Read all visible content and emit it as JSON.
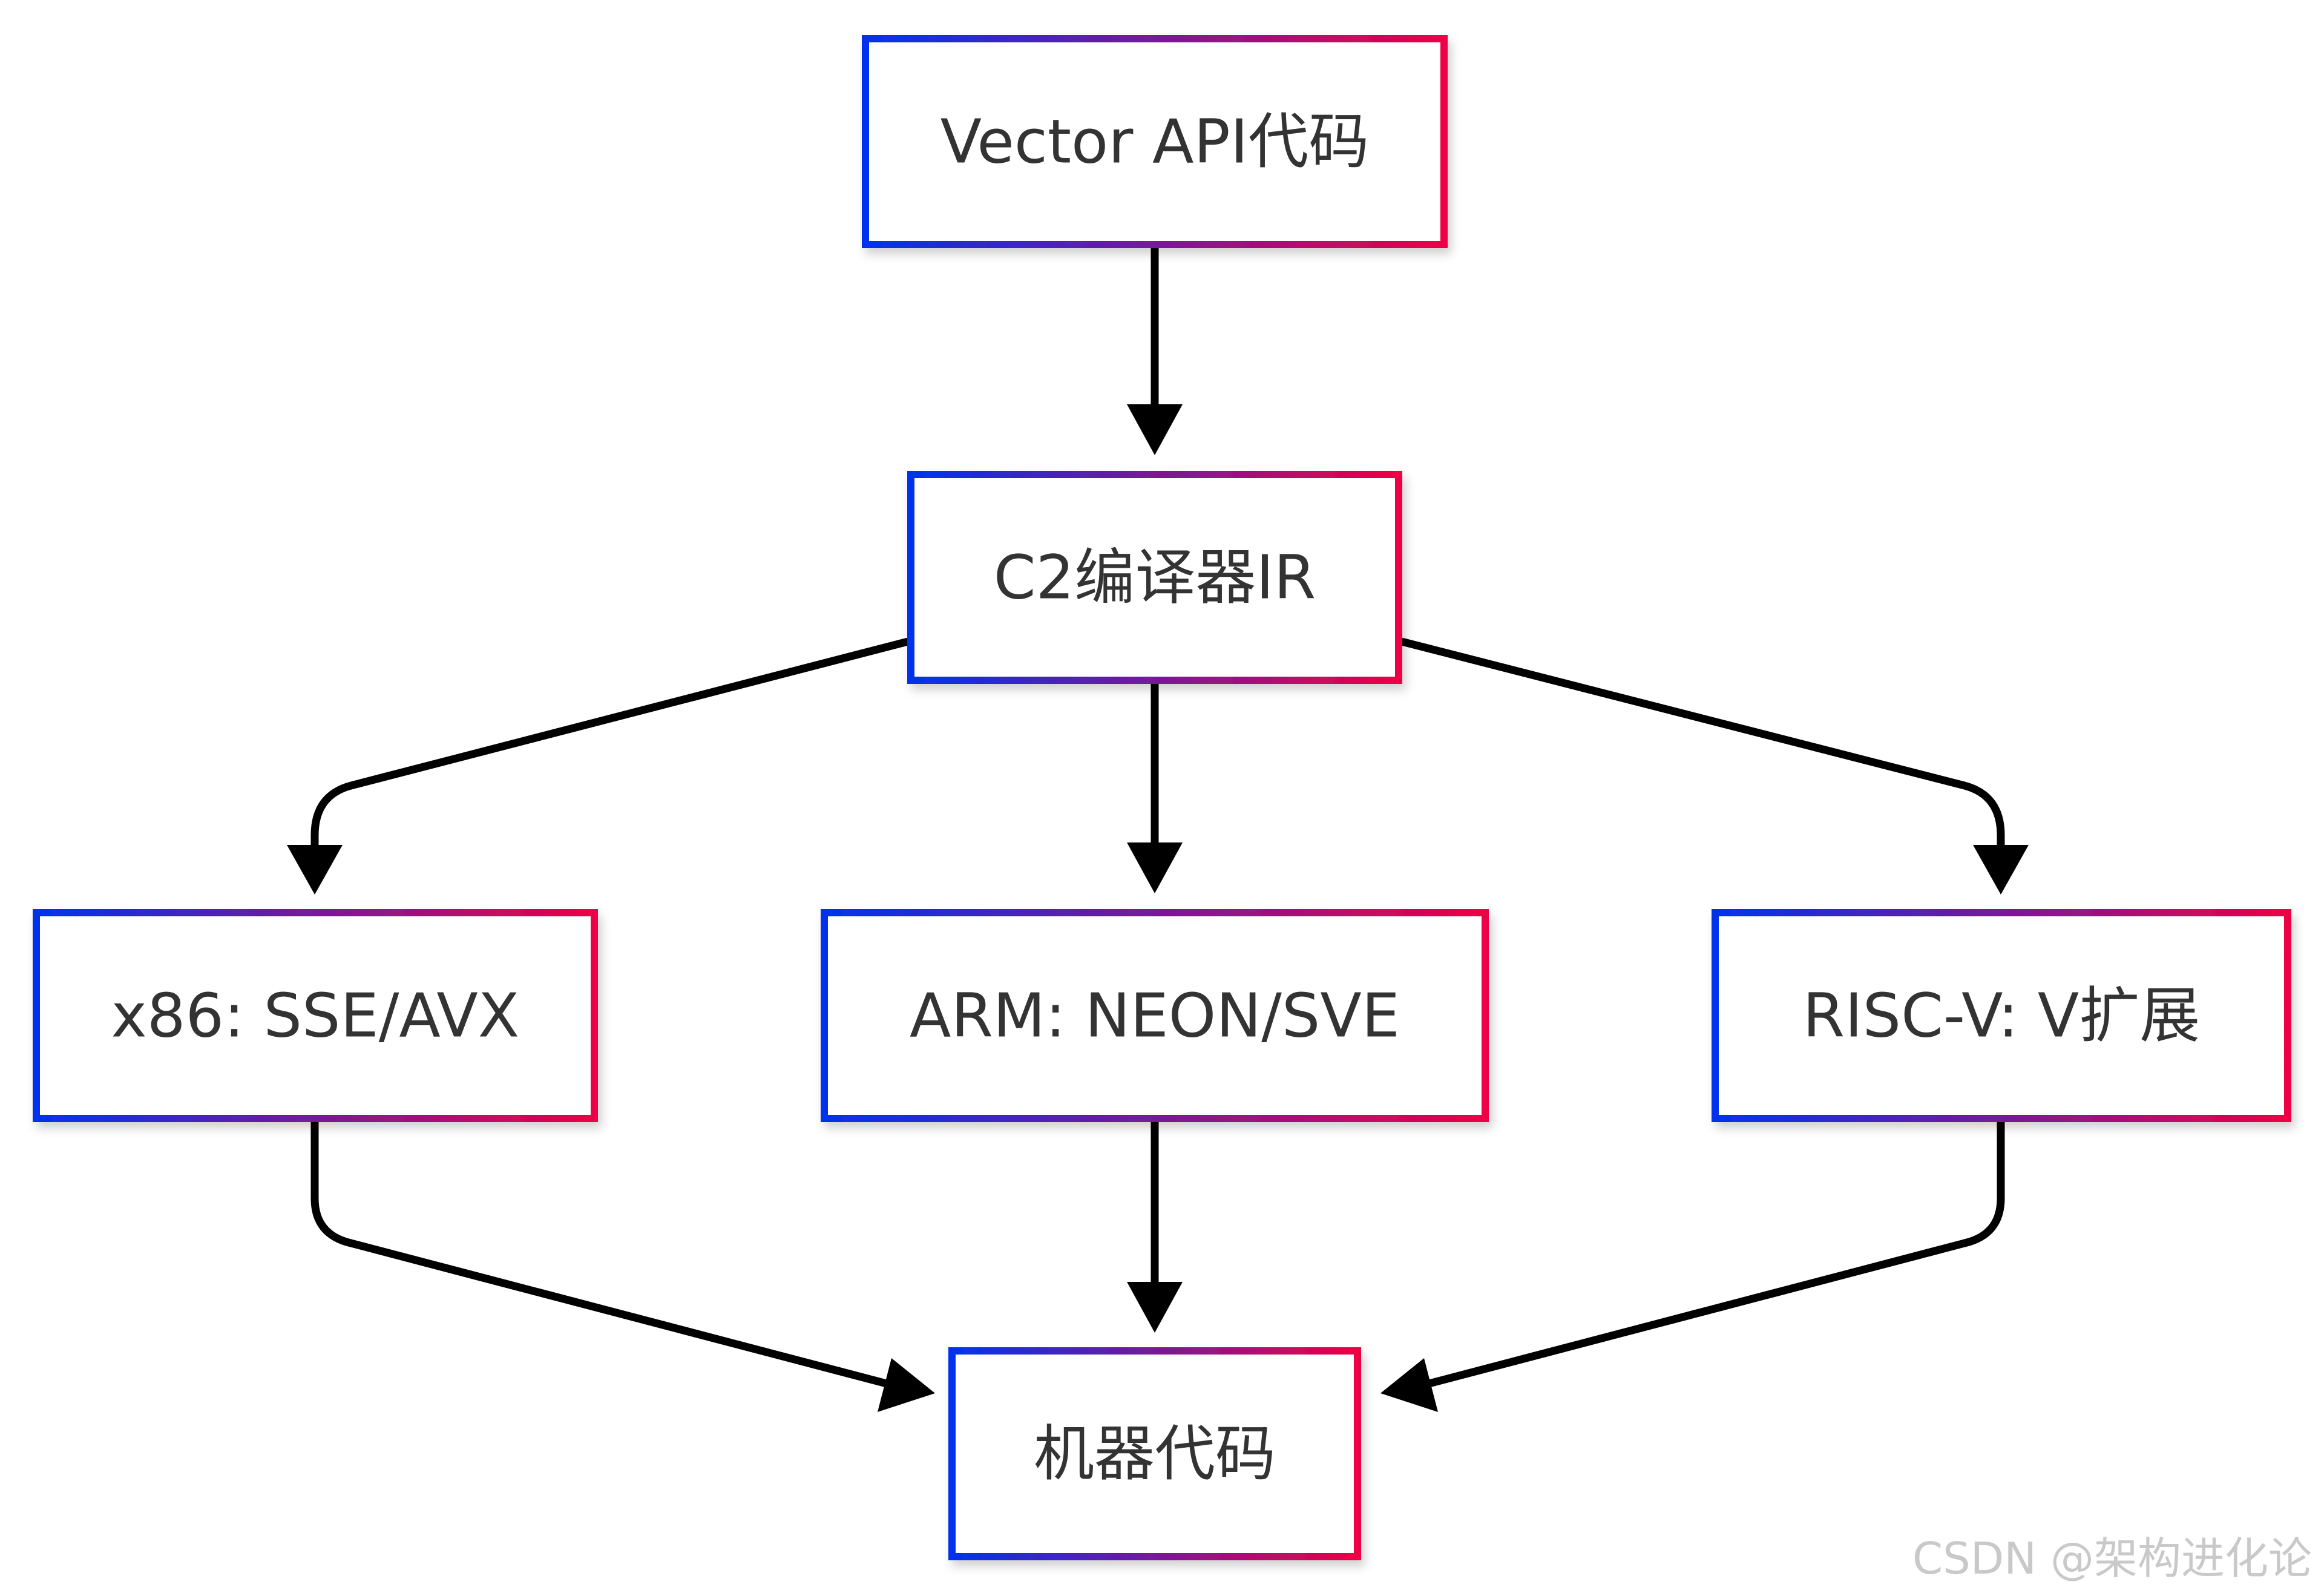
{
  "diagram": {
    "nodes": {
      "vector_api": "Vector API代码",
      "c2_ir": "C2编译器IR",
      "x86": "x86: SSE/AVX",
      "arm": "ARM: NEON/SVE",
      "riscv": "RISC-V: V扩展",
      "machine_code": "机器代码"
    },
    "edges": [
      {
        "from": "vector_api",
        "to": "c2_ir"
      },
      {
        "from": "c2_ir",
        "to": "x86"
      },
      {
        "from": "c2_ir",
        "to": "arm"
      },
      {
        "from": "c2_ir",
        "to": "riscv"
      },
      {
        "from": "x86",
        "to": "machine_code"
      },
      {
        "from": "arm",
        "to": "machine_code"
      },
      {
        "from": "riscv",
        "to": "machine_code"
      }
    ]
  },
  "colors": {
    "node_border_start": "#0033ee",
    "node_border_end": "#ee0044",
    "edge": "#000000",
    "text": "#333333"
  },
  "watermark": "CSDN @架构进化论"
}
